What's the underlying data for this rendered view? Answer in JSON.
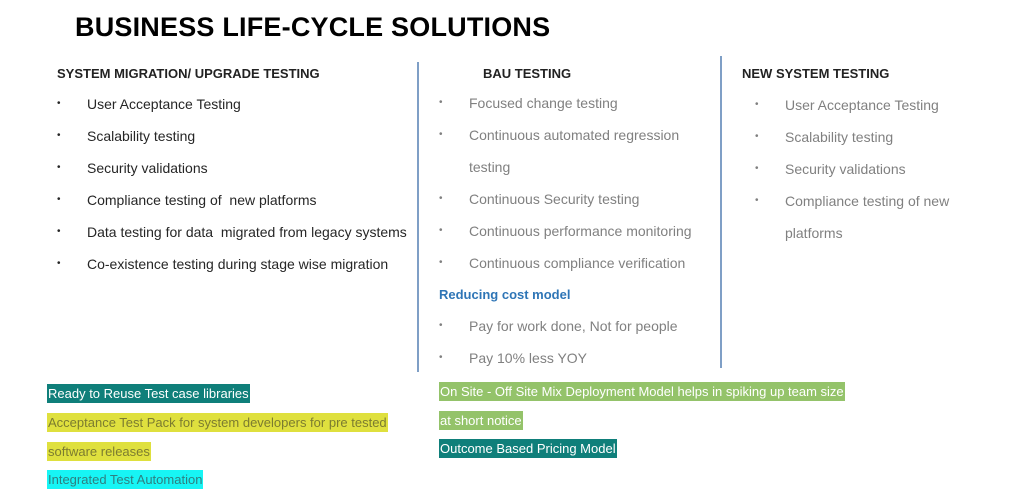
{
  "title": "BUSINESS LIFE-CYCLE SOLUTIONS",
  "columns": [
    {
      "heading": "SYSTEM MIGRATION/ UPGRADE TESTING",
      "items": [
        "User Acceptance Testing",
        "Scalability testing",
        "Security validations",
        "Compliance testing of  new platforms",
        "Data testing for data  migrated from legacy systems",
        "Co-existence testing during stage wise migration"
      ]
    },
    {
      "heading": "BAU TESTING",
      "items_line1": [
        "Focused change testing",
        "Continuous automated regression",
        "testing",
        "Continuous Security testing",
        "Continuous performance monitoring",
        "Continuous compliance verification"
      ],
      "subheading": "Reducing cost model",
      "items2": [
        "Pay for work done, Not for people",
        "Pay 10% less YOY"
      ]
    },
    {
      "heading": "NEW SYSTEM TESTING",
      "items_line1": [
        "User Acceptance Testing",
        "Scalability testing",
        "Security validations",
        "Compliance testing of new",
        "platforms"
      ]
    }
  ],
  "bullet": "•",
  "highlights_left": [
    "Ready to Reuse Test case libraries",
    "Acceptance Test Pack for system developers for pre tested",
    "software releases",
    "Integrated Test Automation"
  ],
  "highlights_right": [
    "On Site - Off Site Mix Deployment Model helps in spiking up team size",
    "at short notice",
    "Outcome Based Pricing Model"
  ],
  "colors": {
    "teal": "#0f7f7a",
    "yellow": "#dfe03e",
    "cyan": "#17f5f5",
    "green": "#94c36a",
    "divider": "#7f9fc6",
    "subheading": "#2e75b6"
  }
}
